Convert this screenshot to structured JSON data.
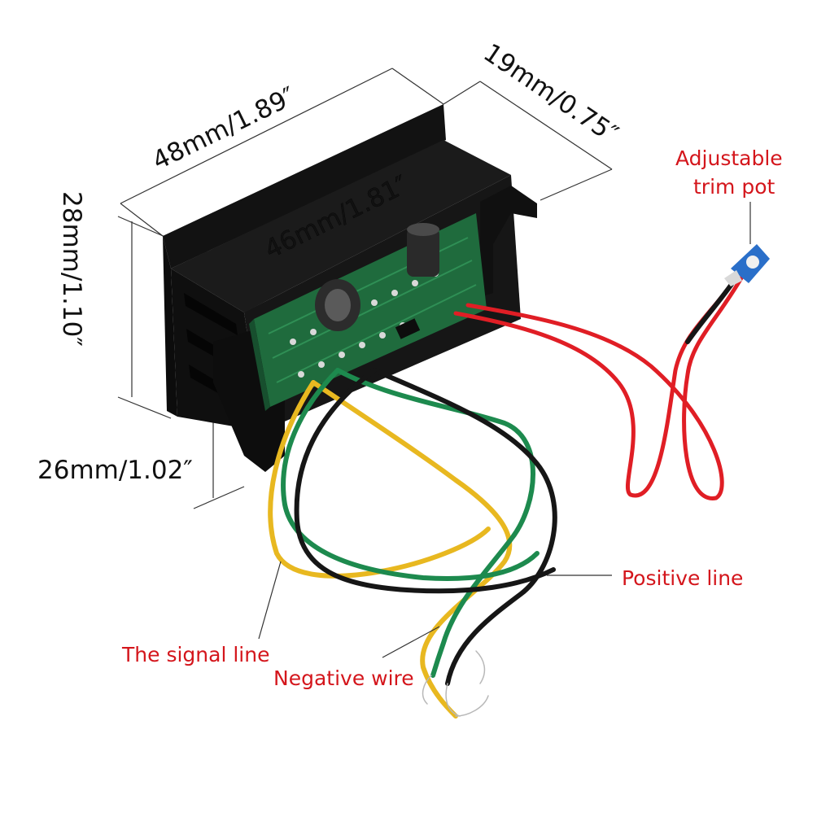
{
  "dimensions": {
    "length": "48mm/1.89″",
    "depth": "19mm/0.75″",
    "height": "28mm/1.10″",
    "inner_length": "46mm/1.81″",
    "inner_height": "26mm/1.02″"
  },
  "callouts": {
    "trim_pot_line1": "Adjustable",
    "trim_pot_line2": "trim pot",
    "positive_line": "Positive line",
    "signal_line": "The signal line",
    "negative_wire": "Negative wire"
  },
  "colors": {
    "callout_text": "#d4161c",
    "wire_red": "#e01e25",
    "wire_yellow": "#e8b820",
    "wire_green": "#1d8a4e",
    "wire_black": "#161616",
    "pcb_green": "#1f6b3d",
    "housing": "#161616",
    "trim_pot_blue": "#2a6fc9"
  }
}
